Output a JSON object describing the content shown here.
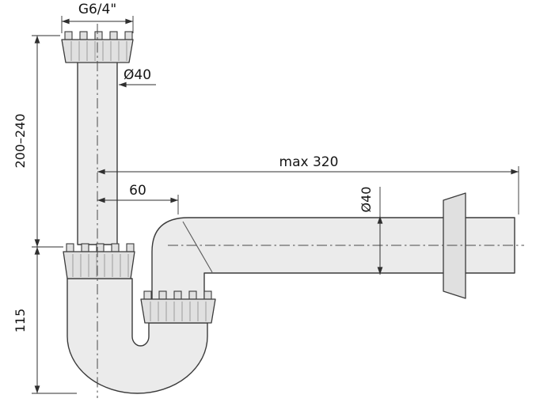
{
  "labels": {
    "thread_size": "G6/4\"",
    "inlet_diameter": "Ø40",
    "inlet_height": "200–240",
    "max_length": "max 320",
    "elbow_offset": "60",
    "outlet_diameter": "Ø40",
    "trap_height": "115"
  },
  "colors": {
    "background": "#ffffff",
    "outline": "#3b3b3b",
    "part_fill": "#ebebeb",
    "nut_fill": "#e0e0e0",
    "dimension_line": "#2f2f2f",
    "text": "#161616"
  }
}
